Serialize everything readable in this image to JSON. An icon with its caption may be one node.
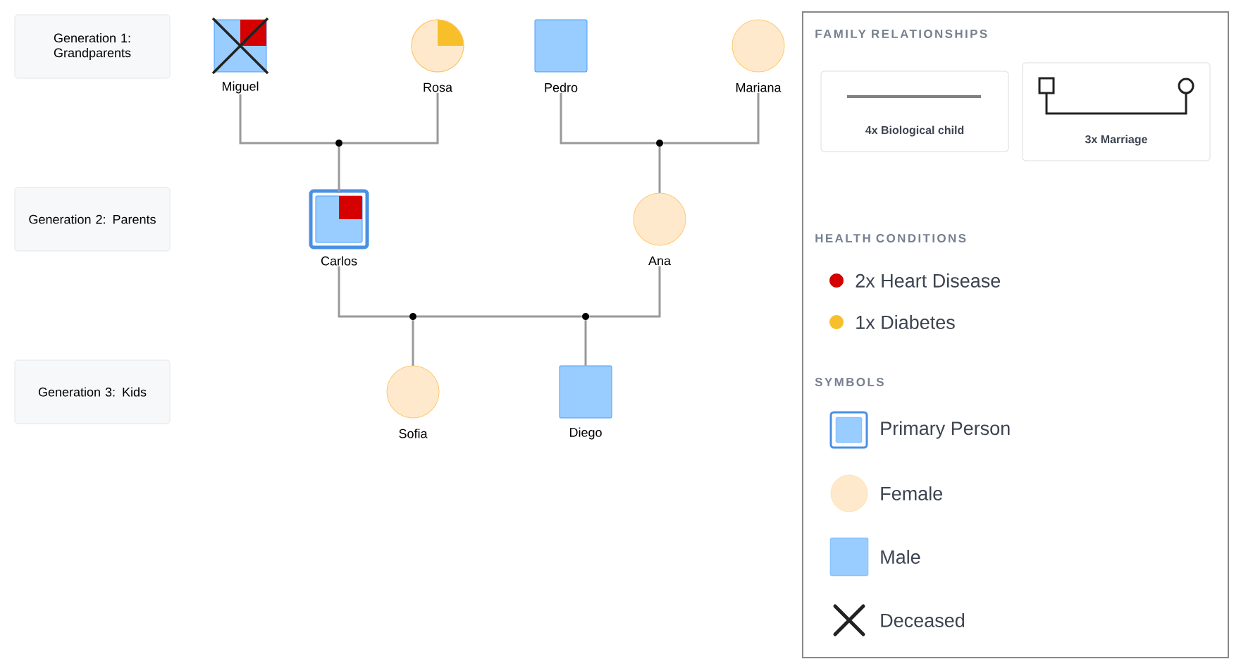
{
  "diagram": {
    "nodes": [
      {
        "text": [
          "Generation 1: Grandparents"
        ]
      },
      {
        "text": [
          "Generation 2: Parents"
        ]
      },
      {
        "text": [
          "Generation 3: Kids"
        ]
      },
      {
        "text": [
          "Miguel"
        ]
      },
      {
        "text": [
          "Rosa"
        ]
      },
      {
        "text": [
          "Pedro"
        ]
      },
      {
        "text": [
          "Mariana"
        ]
      },
      {
        "text": [],
        "shape": "circle"
      },
      {
        "text": [],
        "shape": "circle"
      },
      {
        "text": [
          "Carlos"
        ]
      },
      {
        "text": [
          "Ana"
        ]
      },
      {
        "text": [],
        "shape": "circle"
      },
      {
        "text": [],
        "shape": "circle"
      },
      {
        "text": [
          "Sofia"
        ]
      },
      {
        "text": [
          "Diego"
        ]
      }
    ],
    "edges": [
      {
        "from": 3,
        "to": 7,
        "arrow": "none"
      },
      {
        "from": 4,
        "to": 7,
        "arrow": "none"
      },
      {
        "from": 7,
        "to": 9,
        "arrow": "none"
      },
      {
        "from": 5,
        "to": 8,
        "arrow": "none"
      },
      {
        "from": 6,
        "to": 8,
        "arrow": "none"
      },
      {
        "from": 8,
        "to": 10,
        "arrow": "none"
      },
      {
        "from": 9,
        "to": 11,
        "arrow": "none"
      },
      {
        "from": 11,
        "to": 12,
        "arrow": "none"
      },
      {
        "from": 12,
        "to": 10,
        "arrow": "none"
      },
      {
        "from": 11,
        "to": 13,
        "arrow": "none"
      },
      {
        "from": 12,
        "to": 14,
        "arrow": "none"
      }
    ],
    "labels": [
      "FAMILY RELATIONSHIPS",
      "HEALTH CONDITIONS",
      "SYMBOLS"
    ],
    "legend": [
      {
        "text": "4x Biological child"
      },
      {
        "text": "3x Marriage"
      },
      {
        "text": "2x Heart Disease",
        "color": "#d50000"
      },
      {
        "text": "1x Diabetes",
        "color": "#f7c02b"
      },
      {
        "text": "Primary Person"
      },
      {
        "text": "Female"
      },
      {
        "text": "Male"
      },
      {
        "text": "Deceased"
      }
    ]
  }
}
